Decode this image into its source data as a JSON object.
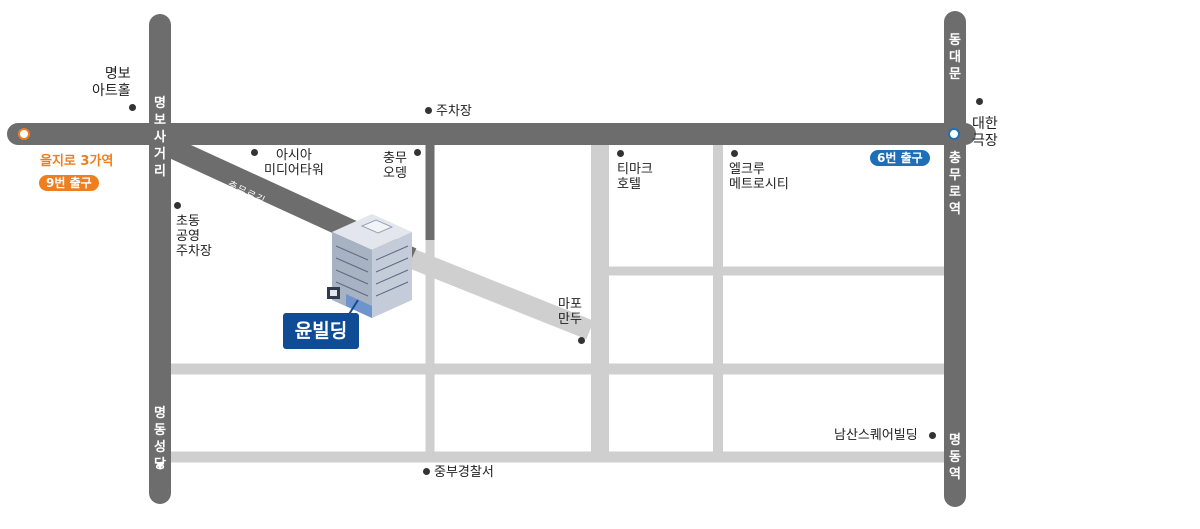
{
  "colors": {
    "major_road": "#6d6d6d",
    "minor_road": "#cfcfcf",
    "exit_orange": "#f07d1e",
    "exit_blue": "#1f6fb8",
    "building_label": "#0f4c95"
  },
  "roads": {
    "myeongbo_street": "명보사거리",
    "dongdaemun": "동대문",
    "chungmuro_station": "충무로역",
    "myeongdong_cathedral": "명동성당",
    "myeongdong_station": "명동역",
    "diagonal_road": "충무로길"
  },
  "stations": {
    "euljiro": {
      "name": "을지로 3가역",
      "exit": "9번 출구"
    },
    "chungmuro": {
      "exit": "6번 출구"
    }
  },
  "landmarks": {
    "myeongbo_arthall": "명보\n아트홀",
    "parking_top": "주차장",
    "asia_media_tower": "아시아\n미디어타워",
    "chungmu_odeng": "충무\n오뎅",
    "tmark_hotel": "티마크\n호텔",
    "elcru_metrocity": "엘크루\n메트로시티",
    "daehan_theater": "대한\n극장",
    "chodong_parking": "초동\n공영\n주차장",
    "mapo_mandu": "마포\n만두",
    "namsan_square": "남산스퀘어빌딩",
    "jungbu_police": "중부경찰서"
  },
  "building": {
    "name": "윤빌딩",
    "icon": "office-building-icon"
  }
}
